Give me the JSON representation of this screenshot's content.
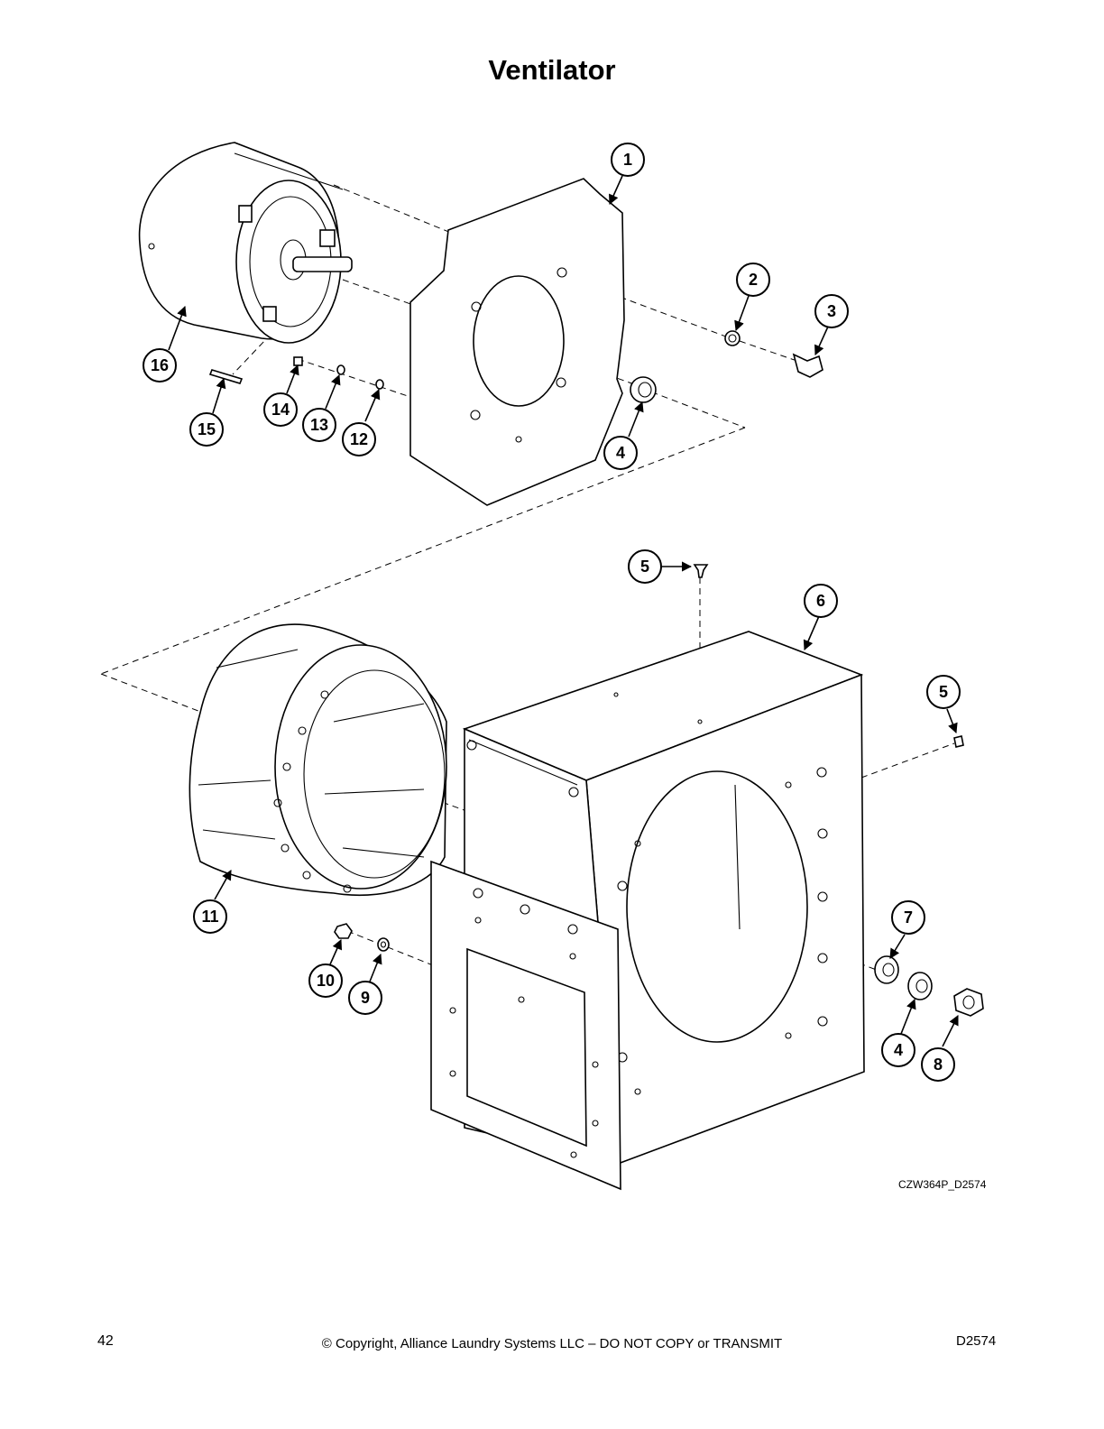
{
  "page": {
    "title": "Ventilator",
    "drawing_id": "CZW364P_D2574",
    "page_number": "42",
    "copyright": "© Copyright, Alliance Laundry Systems LLC – DO NOT COPY or TRANSMIT",
    "doc_code": "D2574"
  },
  "callouts": [
    {
      "label": "1"
    },
    {
      "label": "2"
    },
    {
      "label": "3"
    },
    {
      "label": "4"
    },
    {
      "label": "16"
    },
    {
      "label": "15"
    },
    {
      "label": "14"
    },
    {
      "label": "13"
    },
    {
      "label": "12"
    },
    {
      "label": "5"
    },
    {
      "label": "6"
    },
    {
      "label": "5"
    },
    {
      "label": "11"
    },
    {
      "label": "7"
    },
    {
      "label": "4"
    },
    {
      "label": "8"
    },
    {
      "label": "10"
    },
    {
      "label": "9"
    }
  ]
}
